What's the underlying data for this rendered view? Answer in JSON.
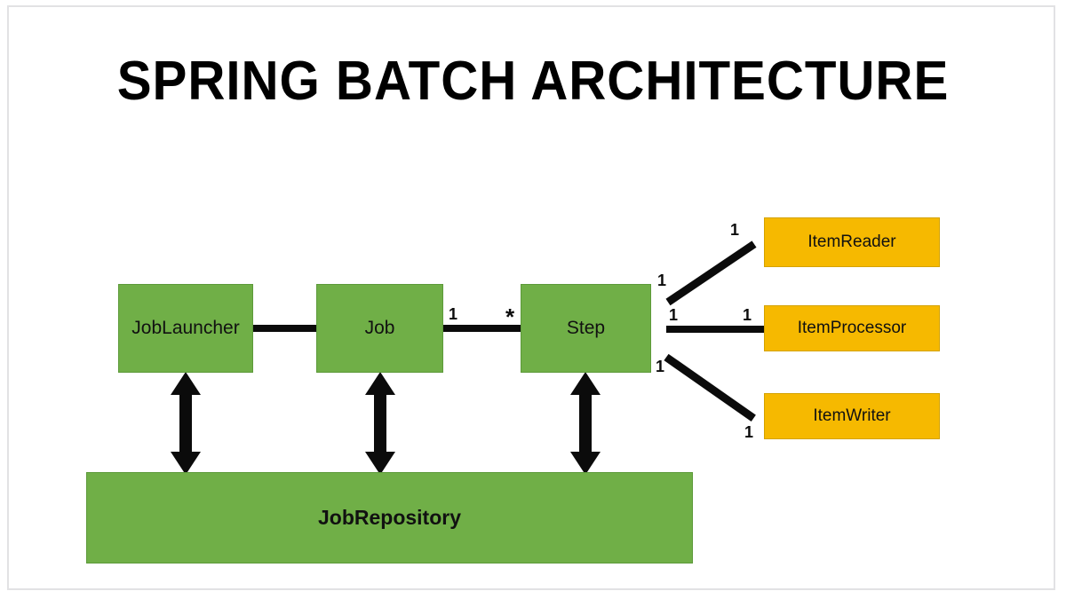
{
  "slide": {
    "title": "SPRING BATCH ARCHITECTURE",
    "background": "#ffffff",
    "frame_color": "#e2e2e4"
  },
  "colors": {
    "green": "#70AF47",
    "green_border": "#5d9a3a",
    "orange": "#F6B900",
    "orange_border": "#d4a200",
    "connector": "#0b0b0b",
    "text": "#111111"
  },
  "nodes": {
    "job_launcher": {
      "label": "JobLauncher",
      "color": "#70AF47"
    },
    "job": {
      "label": "Job",
      "color": "#70AF47"
    },
    "step": {
      "label": "Step",
      "color": "#70AF47"
    },
    "job_repository": {
      "label": "JobRepository",
      "color": "#70AF47"
    },
    "item_reader": {
      "label": "ItemReader",
      "color": "#F6B900"
    },
    "item_processor": {
      "label": "ItemProcessor",
      "color": "#F6B900"
    },
    "item_writer": {
      "label": "ItemWriter",
      "color": "#F6B900"
    }
  },
  "multiplicities": {
    "job_side": "1",
    "step_side": "*",
    "step_reader": "1",
    "reader_end": "1",
    "step_processor": "1",
    "processor_end": "1",
    "step_writer": "1",
    "writer_end": "1"
  },
  "connections": [
    {
      "from": "JobLauncher",
      "to": "Job",
      "style": "line",
      "from_mult": "",
      "to_mult": ""
    },
    {
      "from": "Job",
      "to": "Step",
      "style": "line",
      "from_mult": "1",
      "to_mult": "*"
    },
    {
      "from": "Step",
      "to": "ItemReader",
      "style": "diagonal-up",
      "from_mult": "1",
      "to_mult": "1"
    },
    {
      "from": "Step",
      "to": "ItemProcessor",
      "style": "line",
      "from_mult": "1",
      "to_mult": "1"
    },
    {
      "from": "Step",
      "to": "ItemWriter",
      "style": "diagonal-down",
      "from_mult": "1",
      "to_mult": "1"
    },
    {
      "from": "JobLauncher",
      "to": "JobRepository",
      "style": "double-arrow",
      "from_mult": "",
      "to_mult": ""
    },
    {
      "from": "Job",
      "to": "JobRepository",
      "style": "double-arrow",
      "from_mult": "",
      "to_mult": ""
    },
    {
      "from": "Step",
      "to": "JobRepository",
      "style": "double-arrow",
      "from_mult": "",
      "to_mult": ""
    }
  ]
}
